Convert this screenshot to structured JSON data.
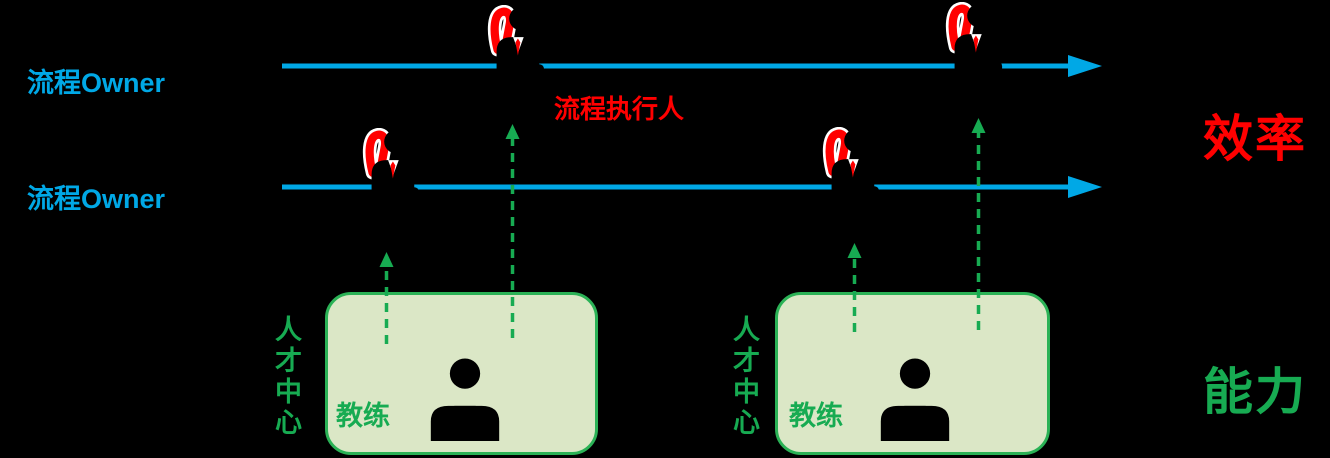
{
  "diagram": {
    "owner_rows": [
      {
        "label": "流程Owner"
      },
      {
        "label": "流程Owner"
      }
    ],
    "executor_label": "流程执行人",
    "outcomes": {
      "efficiency": "效率",
      "capability": "能力"
    },
    "talent_boxes": [
      {
        "vertical_label": "人才中心",
        "coach_label": "教练"
      },
      {
        "vertical_label": "人才中心",
        "coach_label": "教练"
      }
    ],
    "icons": {
      "owner": "blue-person-bust-icon",
      "executor": "red-person-raising-hand-icon",
      "coach": "green-person-bust-icon",
      "timeline": "blue-right-arrow",
      "support": "green-dashed-up-arrow"
    },
    "colors": {
      "blue": "#00a8e6",
      "red": "#ff0000",
      "green": "#17ab52",
      "box_border": "#2bb256",
      "box_fill": "#dbe7c6",
      "background": "#000000"
    }
  }
}
